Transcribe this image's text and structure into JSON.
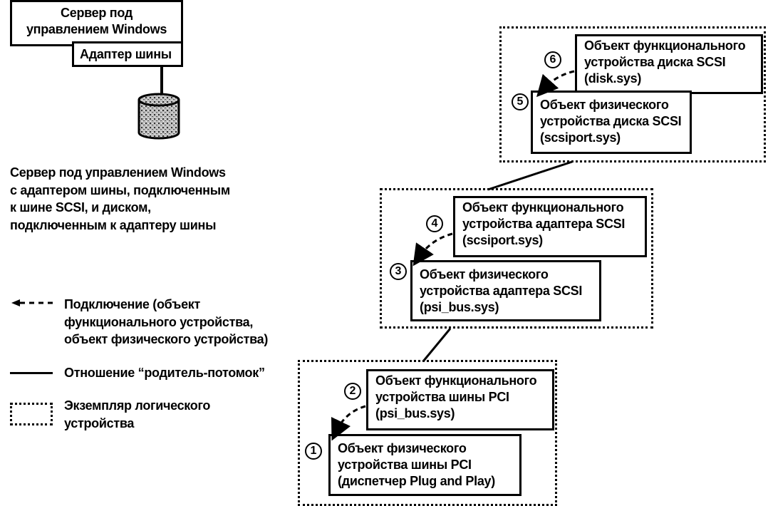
{
  "server": {
    "title_lines": [
      "Сервер под",
      "управлением Windows"
    ],
    "adapter_label": "Адаптер шины"
  },
  "caption": {
    "lines": [
      "Сервер под управлением Windows",
      "с адаптером шины, подключенным",
      "к шине SCSI, и диском,",
      "подключенным к адаптеру шины"
    ]
  },
  "legend": {
    "items": [
      {
        "symbol": "dashed-arrow",
        "lines": [
          "Подключение (объект",
          "функционального устройства,",
          "объект физического устройства)"
        ]
      },
      {
        "symbol": "solid-line",
        "lines": [
          "Отношение “родитель-потомок”"
        ]
      },
      {
        "symbol": "dotted-box",
        "lines": [
          "Экземпляр логического",
          "устройства"
        ]
      }
    ]
  },
  "device_stacks": [
    {
      "name": "disk",
      "fdo": {
        "number": "6",
        "lines": [
          "Объект функционального",
          "устройства диска SCSI",
          "(disk.sys)"
        ]
      },
      "pdo": {
        "number": "5",
        "lines": [
          "Объект физического",
          "устройства диска SCSI",
          "(scsiport.sys)"
        ]
      }
    },
    {
      "name": "scsi-adapter",
      "fdo": {
        "number": "4",
        "lines": [
          "Объект функционального",
          "устройства адаптера SCSI",
          "(scsiport.sys)"
        ]
      },
      "pdo": {
        "number": "3",
        "lines": [
          "Объект физического",
          "устройства адаптера SCSI",
          "(psi_bus.sys)"
        ]
      }
    },
    {
      "name": "pci-bus",
      "fdo": {
        "number": "2",
        "lines": [
          "Объект функционального",
          "устройства шины PCI",
          "(psi_bus.sys)"
        ]
      },
      "pdo": {
        "number": "1",
        "lines": [
          "Объект физического",
          "устройства шины PCI",
          "(диспетчер Plug and Play)"
        ]
      }
    }
  ]
}
